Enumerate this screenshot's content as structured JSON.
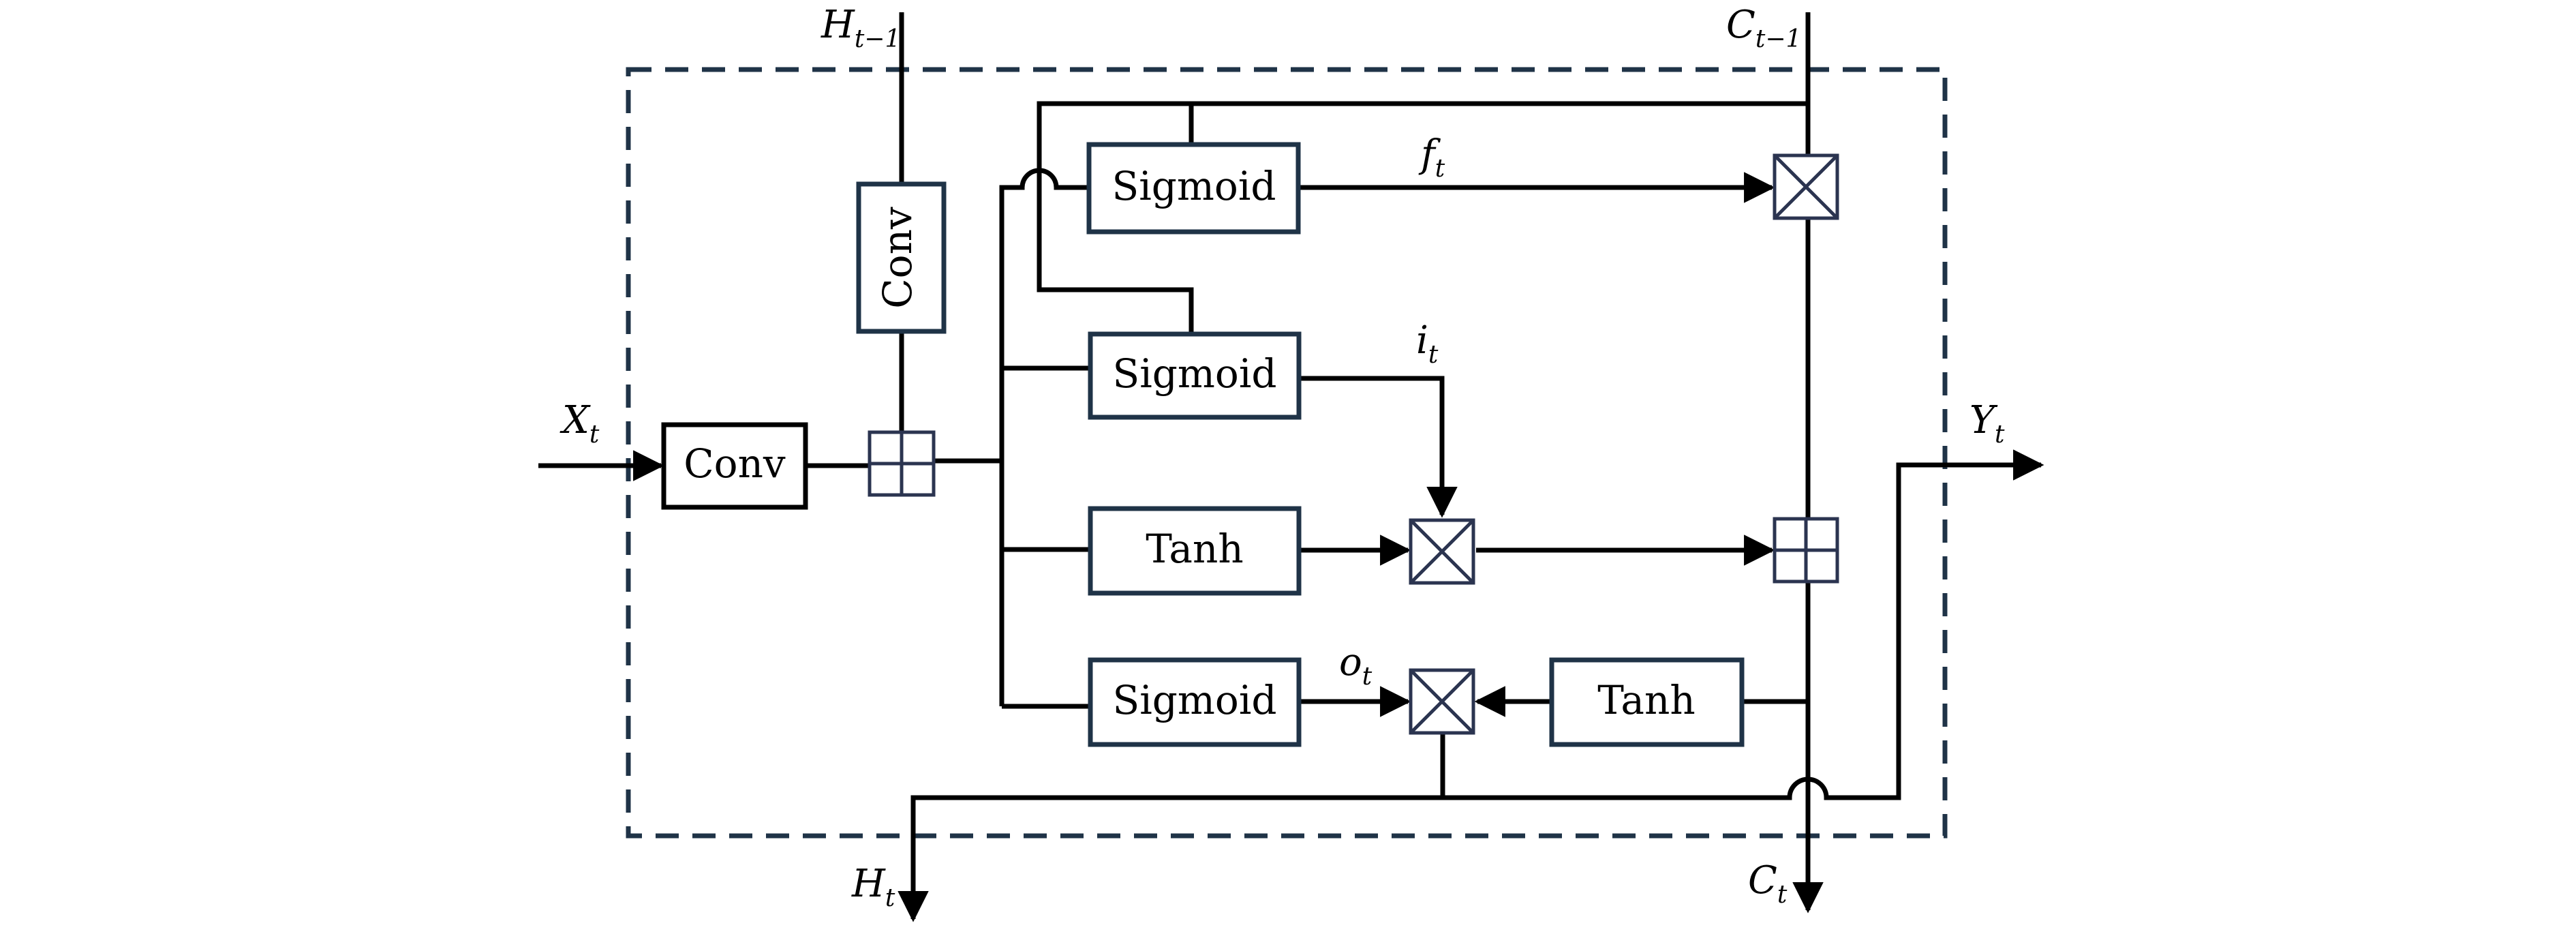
{
  "colors": {
    "box_border": "#1f3347",
    "conv_input_border": "#000000",
    "operator_border": "#2b3450",
    "wire": "#000000",
    "dashed_frame": "#1f3347"
  },
  "blocks": {
    "conv_input": "Conv",
    "conv_hidden": "Conv",
    "sigmoid_forget": "Sigmoid",
    "sigmoid_input": "Sigmoid",
    "tanh_candidate": "Tanh",
    "sigmoid_output": "Sigmoid",
    "tanh_cell": "Tanh"
  },
  "variables": {
    "x_t": {
      "base": "X",
      "sub": "t"
    },
    "h_prev": {
      "base": "H",
      "sub": "t−1"
    },
    "c_prev": {
      "base": "C",
      "sub": "t−1"
    },
    "f_t": {
      "base": "f",
      "sub": "t"
    },
    "i_t": {
      "base": "i",
      "sub": "t"
    },
    "o_t": {
      "base": "o",
      "sub": "t"
    },
    "y_t": {
      "base": "Y",
      "sub": "t"
    },
    "h_t": {
      "base": "H",
      "sub": "t"
    },
    "c_t": {
      "base": "C",
      "sub": "t"
    }
  },
  "operators": {
    "add_inputs": "plus-operator-icon",
    "mul_forget": "multiply-operator-icon",
    "mul_input": "multiply-operator-icon",
    "add_cell": "plus-operator-icon",
    "mul_output": "multiply-operator-icon"
  }
}
